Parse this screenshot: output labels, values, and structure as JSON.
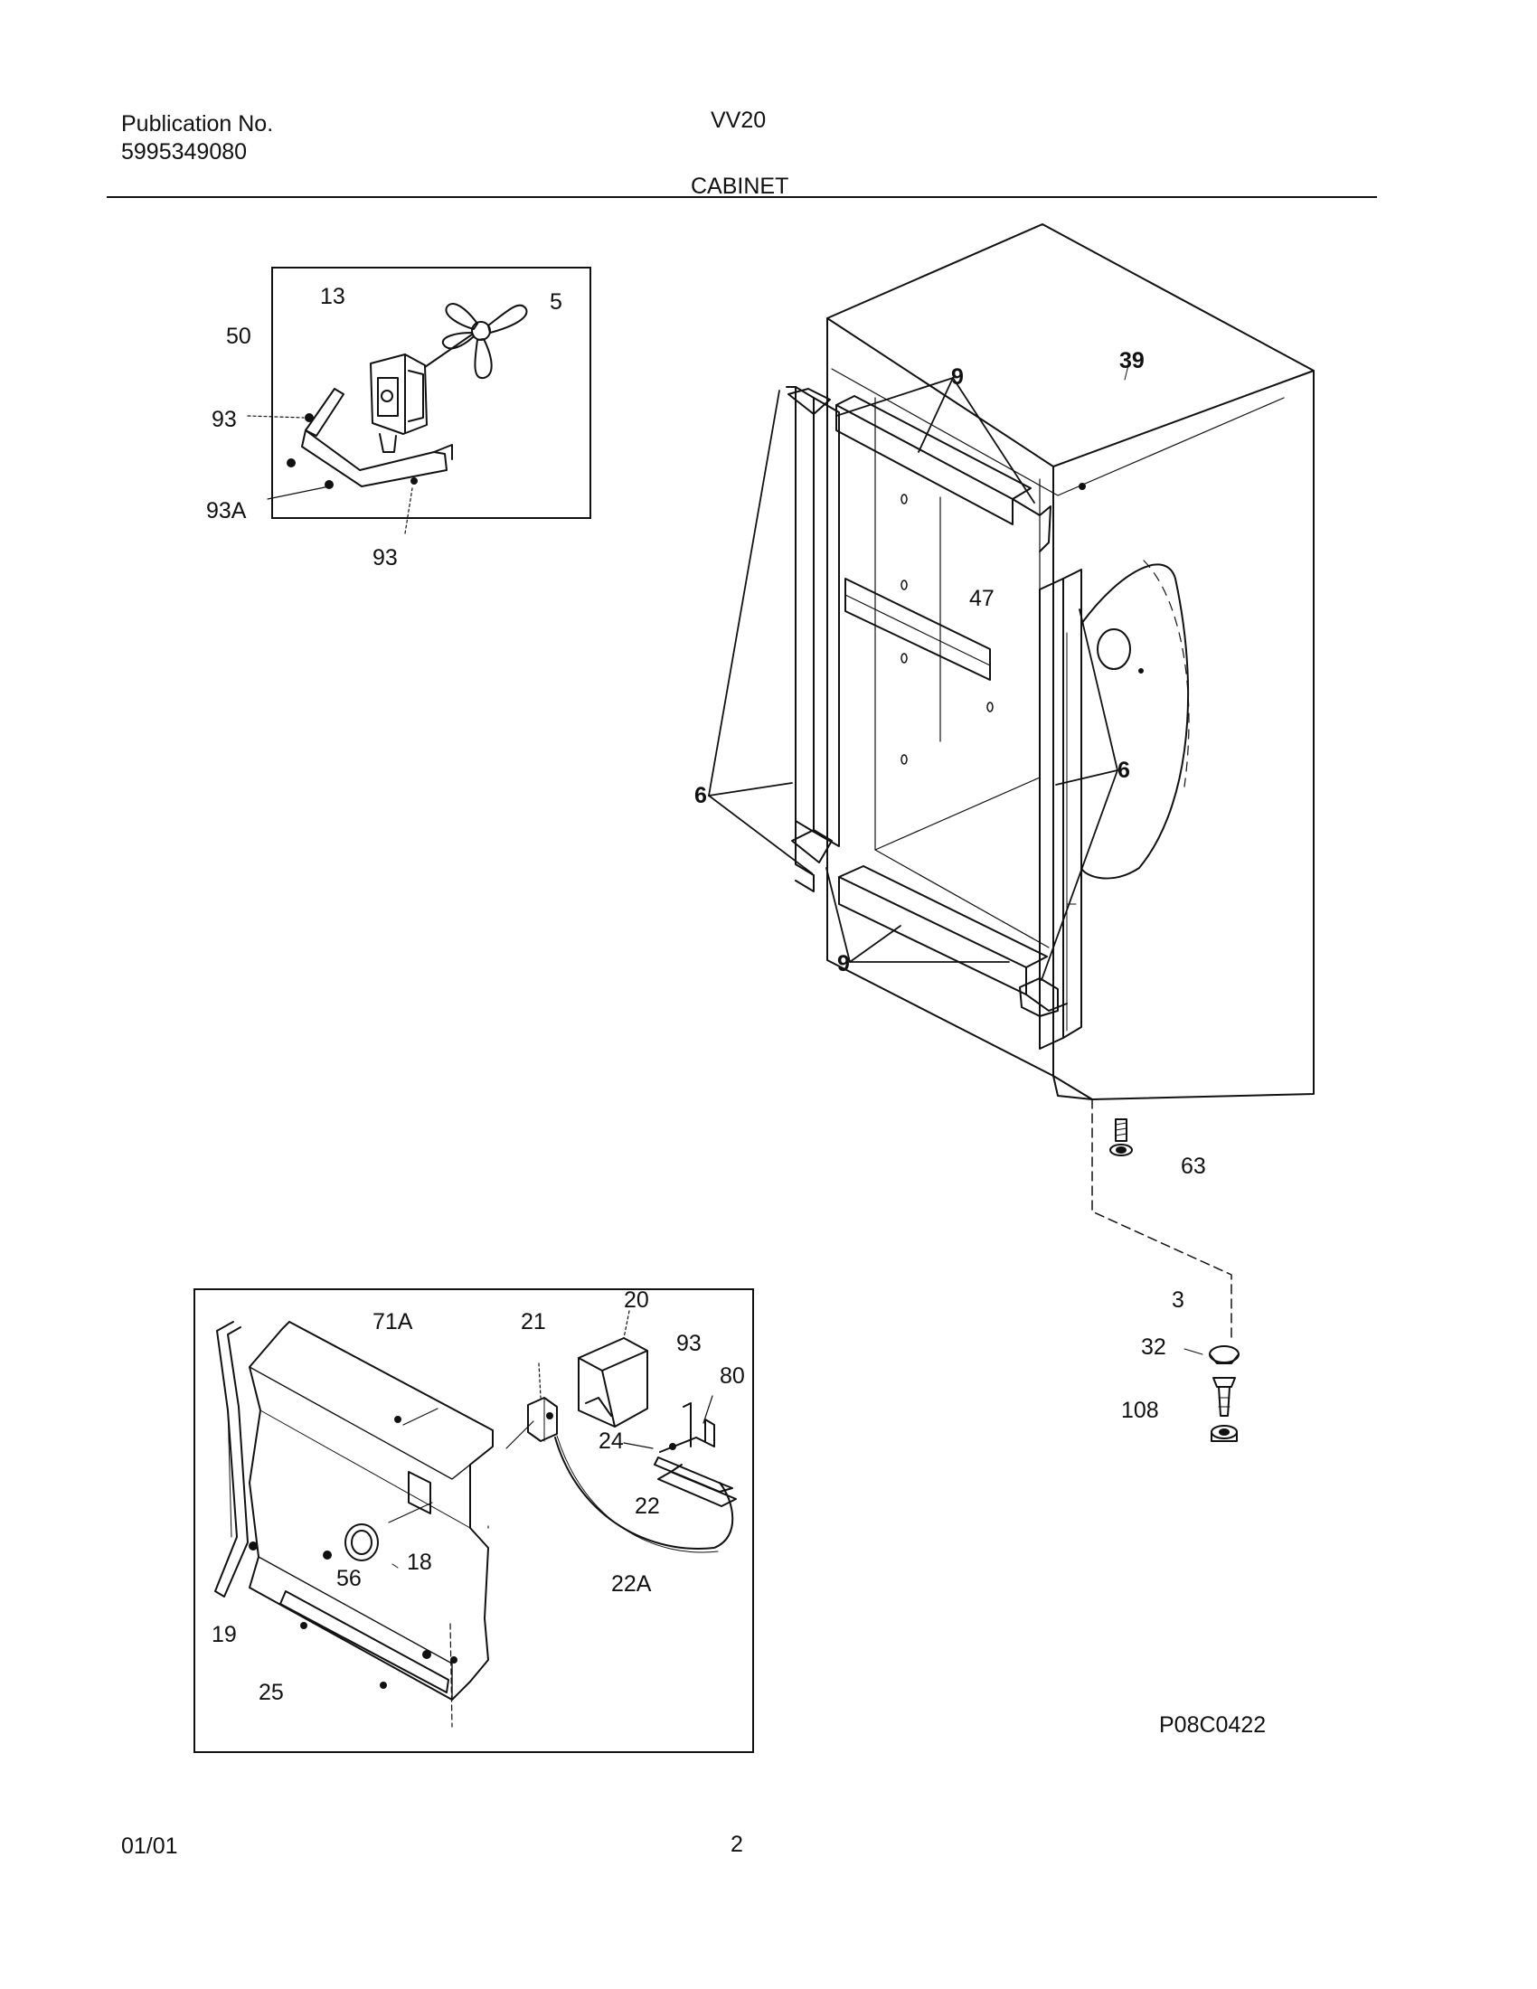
{
  "header": {
    "publication_label": "Publication No.",
    "publication_number": "5995349080",
    "model": "VV20",
    "section": "CABINET"
  },
  "footer": {
    "date": "01/01",
    "page": "2"
  },
  "diagram_code": "P08C0422",
  "callouts": {
    "fan_13": "13",
    "fan_5": "5",
    "fan_50": "50",
    "fan_93": "93",
    "fan_93a": "93A",
    "fan_93b": "93",
    "cab_9_top": "9",
    "cab_39": "39",
    "cab_47": "47",
    "cab_6_left": "6",
    "cab_6_right": "6",
    "cab_9_bottom": "9",
    "cab_63": "63",
    "leg_3": "3",
    "leg_32": "32",
    "leg_108": "108",
    "kick_20": "20",
    "kick_71a": "71A",
    "kick_21": "21",
    "kick_93": "93",
    "kick_80": "80",
    "kick_24": "24",
    "kick_22": "22",
    "kick_18": "18",
    "kick_56": "56",
    "kick_22a": "22A",
    "kick_19": "19",
    "kick_25": "25"
  }
}
